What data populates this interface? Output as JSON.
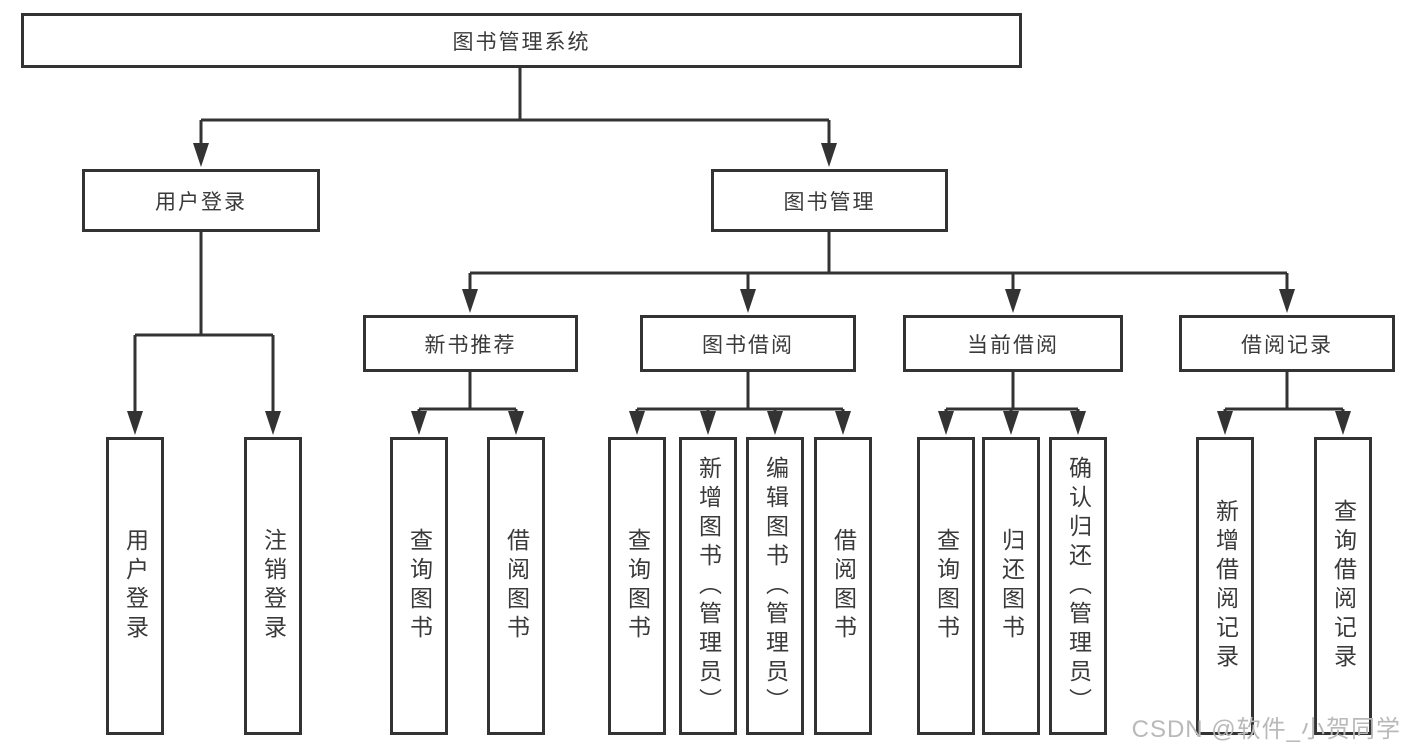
{
  "colors": {
    "line": "#333333",
    "border": "#333333",
    "text": "#3a3a3a",
    "watermark": "#b9b9b9",
    "background": "#ffffff"
  },
  "watermark": {
    "text": "CSDN @软件_小贺同学"
  },
  "tree": {
    "root": {
      "label": "图书管理系统"
    },
    "branches": [
      {
        "label": "用户登录",
        "leaves": [
          {
            "label": "用户登录"
          },
          {
            "label": "注销登录"
          }
        ]
      },
      {
        "label": "图书管理",
        "groups": [
          {
            "label": "新书推荐",
            "leaves": [
              {
                "label": "查询图书"
              },
              {
                "label": "借阅图书"
              }
            ]
          },
          {
            "label": "图书借阅",
            "leaves": [
              {
                "label": "查询图书"
              },
              {
                "label": "新增图书（管理员）"
              },
              {
                "label": "编辑图书（管理员）"
              },
              {
                "label": "借阅图书"
              }
            ]
          },
          {
            "label": "当前借阅",
            "leaves": [
              {
                "label": "查询图书"
              },
              {
                "label": "归还图书"
              },
              {
                "label": "确认归还（管理员）"
              }
            ]
          },
          {
            "label": "借阅记录",
            "leaves": [
              {
                "label": "新增借阅记录"
              },
              {
                "label": "查询借阅记录"
              }
            ]
          }
        ]
      }
    ]
  }
}
